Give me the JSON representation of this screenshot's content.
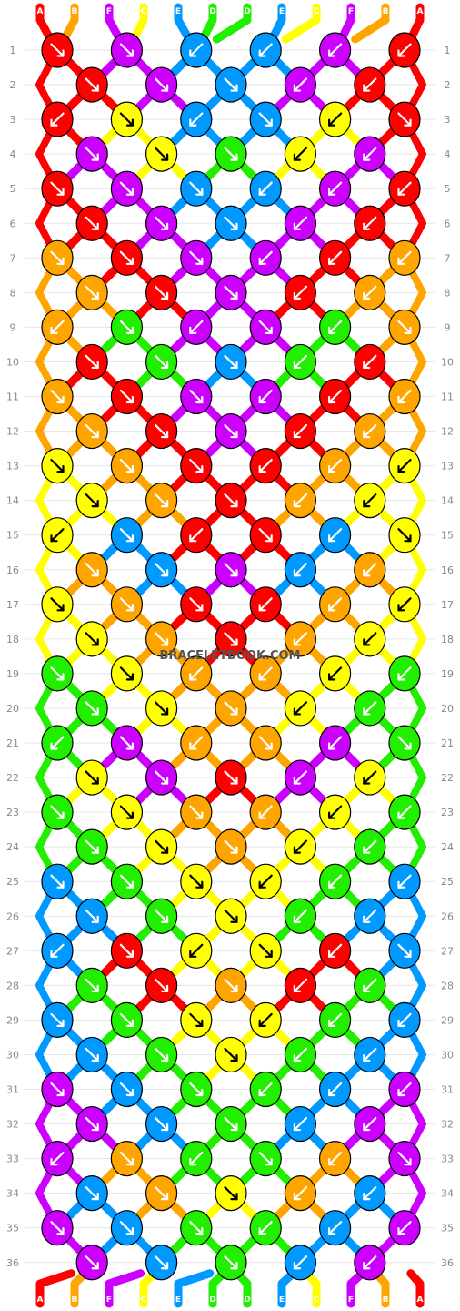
{
  "site": {
    "watermark": "BRACELETBOOK.COM"
  },
  "colors": {
    "A": "#ff0000",
    "B": "#ffa500",
    "F": "#cc00ff",
    "C": "#ffff00",
    "E": "#0099ff",
    "D": "#22ee00"
  },
  "strands_top": [
    "A",
    "B",
    "F",
    "C",
    "E",
    "D",
    "D",
    "E",
    "C",
    "F",
    "B",
    "A"
  ],
  "strands_bottom": [
    "A",
    "B",
    "F",
    "C",
    "E",
    "D",
    "D",
    "E",
    "C",
    "F",
    "B",
    "A"
  ],
  "row_labels": [
    "1",
    "2",
    "3",
    "4",
    "5",
    "6",
    "7",
    "8",
    "9",
    "10",
    "11",
    "12",
    "13",
    "14",
    "15",
    "16",
    "17",
    "18",
    "19",
    "20",
    "21",
    "22",
    "23",
    "24",
    "25",
    "26",
    "27",
    "28",
    "29",
    "30",
    "31",
    "32",
    "33",
    "34",
    "35",
    "36"
  ],
  "rows": [
    {
      "knots": [
        {
          "c": "A",
          "d": "se"
        },
        {
          "c": "F",
          "d": "se"
        },
        {
          "c": "E",
          "d": "sw"
        },
        {
          "c": "E",
          "d": "sw"
        },
        {
          "c": "F",
          "d": "sw"
        },
        {
          "c": "A",
          "d": "sw"
        }
      ]
    },
    {
      "knots": [
        {
          "c": "A",
          "d": "se"
        },
        {
          "c": "F",
          "d": "se"
        },
        {
          "c": "E",
          "d": "se"
        },
        {
          "c": "F",
          "d": "sw"
        },
        {
          "c": "A",
          "d": "sw"
        }
      ]
    },
    {
      "knots": [
        {
          "c": "A",
          "d": "sw"
        },
        {
          "c": "C",
          "d": "se"
        },
        {
          "c": "E",
          "d": "sw"
        },
        {
          "c": "E",
          "d": "se"
        },
        {
          "c": "C",
          "d": "sw"
        },
        {
          "c": "A",
          "d": "se"
        }
      ]
    },
    {
      "knots": [
        {
          "c": "F",
          "d": "se"
        },
        {
          "c": "C",
          "d": "se"
        },
        {
          "c": "D",
          "d": "se"
        },
        {
          "c": "C",
          "d": "sw"
        },
        {
          "c": "F",
          "d": "sw"
        }
      ]
    },
    {
      "knots": [
        {
          "c": "A",
          "d": "se"
        },
        {
          "c": "F",
          "d": "se"
        },
        {
          "c": "E",
          "d": "se"
        },
        {
          "c": "E",
          "d": "sw"
        },
        {
          "c": "F",
          "d": "sw"
        },
        {
          "c": "A",
          "d": "sw"
        }
      ]
    },
    {
      "knots": [
        {
          "c": "A",
          "d": "se"
        },
        {
          "c": "F",
          "d": "se"
        },
        {
          "c": "E",
          "d": "se"
        },
        {
          "c": "F",
          "d": "sw"
        },
        {
          "c": "A",
          "d": "sw"
        }
      ]
    },
    {
      "knots": [
        {
          "c": "B",
          "d": "se"
        },
        {
          "c": "A",
          "d": "se"
        },
        {
          "c": "F",
          "d": "se"
        },
        {
          "c": "F",
          "d": "sw"
        },
        {
          "c": "A",
          "d": "sw"
        },
        {
          "c": "B",
          "d": "sw"
        }
      ]
    },
    {
      "knots": [
        {
          "c": "B",
          "d": "se"
        },
        {
          "c": "A",
          "d": "se"
        },
        {
          "c": "F",
          "d": "se"
        },
        {
          "c": "A",
          "d": "sw"
        },
        {
          "c": "B",
          "d": "sw"
        }
      ]
    },
    {
      "knots": [
        {
          "c": "B",
          "d": "sw"
        },
        {
          "c": "D",
          "d": "se"
        },
        {
          "c": "F",
          "d": "sw"
        },
        {
          "c": "F",
          "d": "se"
        },
        {
          "c": "D",
          "d": "sw"
        },
        {
          "c": "B",
          "d": "se"
        }
      ]
    },
    {
      "knots": [
        {
          "c": "A",
          "d": "se"
        },
        {
          "c": "D",
          "d": "se"
        },
        {
          "c": "E",
          "d": "se"
        },
        {
          "c": "D",
          "d": "sw"
        },
        {
          "c": "A",
          "d": "sw"
        }
      ]
    },
    {
      "knots": [
        {
          "c": "B",
          "d": "se"
        },
        {
          "c": "A",
          "d": "se"
        },
        {
          "c": "F",
          "d": "se"
        },
        {
          "c": "F",
          "d": "sw"
        },
        {
          "c": "A",
          "d": "sw"
        },
        {
          "c": "B",
          "d": "sw"
        }
      ]
    },
    {
      "knots": [
        {
          "c": "B",
          "d": "se"
        },
        {
          "c": "A",
          "d": "se"
        },
        {
          "c": "F",
          "d": "se"
        },
        {
          "c": "A",
          "d": "sw"
        },
        {
          "c": "B",
          "d": "sw"
        }
      ]
    },
    {
      "knots": [
        {
          "c": "C",
          "d": "se"
        },
        {
          "c": "B",
          "d": "se"
        },
        {
          "c": "A",
          "d": "se"
        },
        {
          "c": "A",
          "d": "sw"
        },
        {
          "c": "B",
          "d": "sw"
        },
        {
          "c": "C",
          "d": "sw"
        }
      ]
    },
    {
      "knots": [
        {
          "c": "C",
          "d": "se"
        },
        {
          "c": "B",
          "d": "se"
        },
        {
          "c": "A",
          "d": "se"
        },
        {
          "c": "B",
          "d": "sw"
        },
        {
          "c": "C",
          "d": "sw"
        }
      ]
    },
    {
      "knots": [
        {
          "c": "C",
          "d": "sw"
        },
        {
          "c": "E",
          "d": "se"
        },
        {
          "c": "A",
          "d": "sw"
        },
        {
          "c": "A",
          "d": "se"
        },
        {
          "c": "E",
          "d": "sw"
        },
        {
          "c": "C",
          "d": "se"
        }
      ]
    },
    {
      "knots": [
        {
          "c": "B",
          "d": "se"
        },
        {
          "c": "E",
          "d": "se"
        },
        {
          "c": "F",
          "d": "se"
        },
        {
          "c": "E",
          "d": "sw"
        },
        {
          "c": "B",
          "d": "sw"
        }
      ]
    },
    {
      "knots": [
        {
          "c": "C",
          "d": "se"
        },
        {
          "c": "B",
          "d": "se"
        },
        {
          "c": "A",
          "d": "se"
        },
        {
          "c": "A",
          "d": "sw"
        },
        {
          "c": "B",
          "d": "sw"
        },
        {
          "c": "C",
          "d": "sw"
        }
      ]
    },
    {
      "knots": [
        {
          "c": "C",
          "d": "se"
        },
        {
          "c": "B",
          "d": "se"
        },
        {
          "c": "A",
          "d": "se"
        },
        {
          "c": "B",
          "d": "sw"
        },
        {
          "c": "C",
          "d": "sw"
        }
      ]
    },
    {
      "knots": [
        {
          "c": "D",
          "d": "se"
        },
        {
          "c": "C",
          "d": "se"
        },
        {
          "c": "B",
          "d": "sw"
        },
        {
          "c": "B",
          "d": "sw"
        },
        {
          "c": "C",
          "d": "sw"
        },
        {
          "c": "D",
          "d": "sw"
        }
      ]
    },
    {
      "knots": [
        {
          "c": "D",
          "d": "se"
        },
        {
          "c": "C",
          "d": "se"
        },
        {
          "c": "B",
          "d": "se"
        },
        {
          "c": "C",
          "d": "sw"
        },
        {
          "c": "D",
          "d": "sw"
        }
      ]
    },
    {
      "knots": [
        {
          "c": "D",
          "d": "sw"
        },
        {
          "c": "F",
          "d": "se"
        },
        {
          "c": "B",
          "d": "sw"
        },
        {
          "c": "B",
          "d": "se"
        },
        {
          "c": "F",
          "d": "sw"
        },
        {
          "c": "D",
          "d": "se"
        }
      ]
    },
    {
      "knots": [
        {
          "c": "C",
          "d": "se"
        },
        {
          "c": "F",
          "d": "se"
        },
        {
          "c": "A",
          "d": "se"
        },
        {
          "c": "F",
          "d": "sw"
        },
        {
          "c": "C",
          "d": "sw"
        }
      ]
    },
    {
      "knots": [
        {
          "c": "D",
          "d": "se"
        },
        {
          "c": "C",
          "d": "se"
        },
        {
          "c": "B",
          "d": "se"
        },
        {
          "c": "B",
          "d": "sw"
        },
        {
          "c": "C",
          "d": "sw"
        },
        {
          "c": "D",
          "d": "sw"
        }
      ]
    },
    {
      "knots": [
        {
          "c": "D",
          "d": "se"
        },
        {
          "c": "C",
          "d": "se"
        },
        {
          "c": "B",
          "d": "se"
        },
        {
          "c": "C",
          "d": "sw"
        },
        {
          "c": "D",
          "d": "sw"
        }
      ]
    },
    {
      "knots": [
        {
          "c": "E",
          "d": "se"
        },
        {
          "c": "D",
          "d": "se"
        },
        {
          "c": "C",
          "d": "se"
        },
        {
          "c": "C",
          "d": "sw"
        },
        {
          "c": "D",
          "d": "sw"
        },
        {
          "c": "E",
          "d": "sw"
        }
      ]
    },
    {
      "knots": [
        {
          "c": "E",
          "d": "se"
        },
        {
          "c": "D",
          "d": "se"
        },
        {
          "c": "C",
          "d": "se"
        },
        {
          "c": "D",
          "d": "sw"
        },
        {
          "c": "E",
          "d": "sw"
        }
      ]
    },
    {
      "knots": [
        {
          "c": "E",
          "d": "sw"
        },
        {
          "c": "A",
          "d": "se"
        },
        {
          "c": "C",
          "d": "sw"
        },
        {
          "c": "C",
          "d": "se"
        },
        {
          "c": "A",
          "d": "sw"
        },
        {
          "c": "E",
          "d": "se"
        }
      ]
    },
    {
      "knots": [
        {
          "c": "D",
          "d": "se"
        },
        {
          "c": "A",
          "d": "se"
        },
        {
          "c": "B",
          "d": "se"
        },
        {
          "c": "A",
          "d": "sw"
        },
        {
          "c": "D",
          "d": "sw"
        }
      ]
    },
    {
      "knots": [
        {
          "c": "E",
          "d": "se"
        },
        {
          "c": "D",
          "d": "se"
        },
        {
          "c": "C",
          "d": "se"
        },
        {
          "c": "C",
          "d": "sw"
        },
        {
          "c": "D",
          "d": "sw"
        },
        {
          "c": "E",
          "d": "sw"
        }
      ]
    },
    {
      "knots": [
        {
          "c": "E",
          "d": "se"
        },
        {
          "c": "D",
          "d": "se"
        },
        {
          "c": "C",
          "d": "se"
        },
        {
          "c": "D",
          "d": "sw"
        },
        {
          "c": "E",
          "d": "sw"
        }
      ]
    },
    {
      "knots": [
        {
          "c": "F",
          "d": "se"
        },
        {
          "c": "E",
          "d": "se"
        },
        {
          "c": "D",
          "d": "se"
        },
        {
          "c": "D",
          "d": "sw"
        },
        {
          "c": "E",
          "d": "sw"
        },
        {
          "c": "F",
          "d": "sw"
        }
      ]
    },
    {
      "knots": [
        {
          "c": "F",
          "d": "se"
        },
        {
          "c": "E",
          "d": "se"
        },
        {
          "c": "D",
          "d": "se"
        },
        {
          "c": "E",
          "d": "sw"
        },
        {
          "c": "F",
          "d": "sw"
        }
      ]
    },
    {
      "knots": [
        {
          "c": "F",
          "d": "sw"
        },
        {
          "c": "B",
          "d": "se"
        },
        {
          "c": "D",
          "d": "sw"
        },
        {
          "c": "D",
          "d": "se"
        },
        {
          "c": "B",
          "d": "sw"
        },
        {
          "c": "F",
          "d": "se"
        }
      ]
    },
    {
      "knots": [
        {
          "c": "E",
          "d": "se"
        },
        {
          "c": "B",
          "d": "se"
        },
        {
          "c": "C",
          "d": "se"
        },
        {
          "c": "B",
          "d": "sw"
        },
        {
          "c": "E",
          "d": "sw"
        }
      ]
    },
    {
      "knots": [
        {
          "c": "F",
          "d": "se"
        },
        {
          "c": "E",
          "d": "se"
        },
        {
          "c": "D",
          "d": "se"
        },
        {
          "c": "D",
          "d": "sw"
        },
        {
          "c": "E",
          "d": "sw"
        },
        {
          "c": "F",
          "d": "sw"
        }
      ]
    },
    {
      "knots": [
        {
          "c": "F",
          "d": "se"
        },
        {
          "c": "E",
          "d": "se"
        },
        {
          "c": "D",
          "d": "se"
        },
        {
          "c": "E",
          "d": "sw"
        },
        {
          "c": "F",
          "d": "sw"
        }
      ]
    }
  ]
}
